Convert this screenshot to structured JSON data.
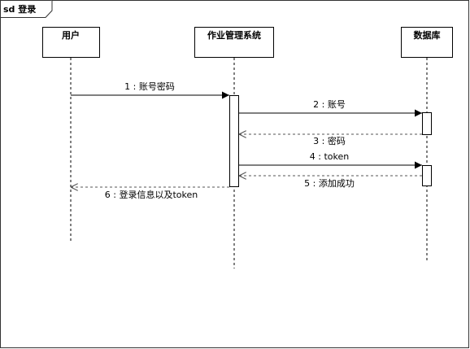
{
  "frame": {
    "title": "sd 登录"
  },
  "actors": [
    {
      "id": "user",
      "label": "用户"
    },
    {
      "id": "system",
      "label": "作业管理系统"
    },
    {
      "id": "db",
      "label": "数据库"
    }
  ],
  "messages": [
    {
      "label": "1 : 账号密码",
      "type": "sync"
    },
    {
      "label": "2 : 账号",
      "type": "sync"
    },
    {
      "label": "3 : 密码",
      "type": "return"
    },
    {
      "label": "4 : token",
      "type": "sync"
    },
    {
      "label": "5 : 添加成功",
      "type": "return"
    },
    {
      "label": "6 : 登录信息以及token",
      "type": "return"
    }
  ],
  "colors": {
    "line": "#000000",
    "dashed": "#555555",
    "box_fill": "#ffffff",
    "frame": "#333333"
  }
}
